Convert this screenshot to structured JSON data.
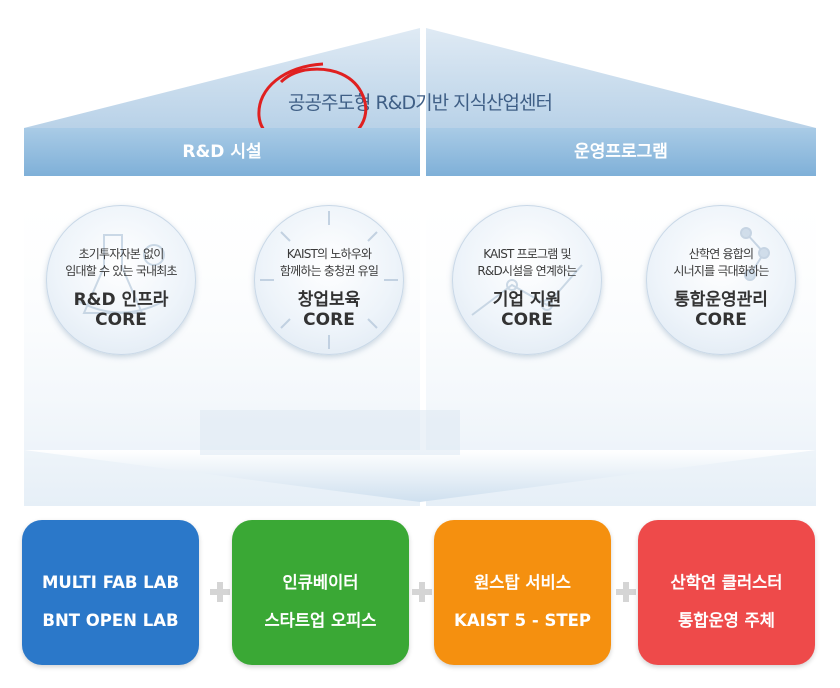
{
  "title": "공공주도형 R&D기반 지식산업센터",
  "bars": {
    "left": "R&D 시설",
    "right": "운영프로그램"
  },
  "cores": [
    {
      "line1": "초기투자자본 없이",
      "line2": "임대할 수 있는 국내최초",
      "main": "R&D 인프라",
      "core": "CORE"
    },
    {
      "line1": "KAIST의 노하우와",
      "line2": "함께하는 충청권 유일",
      "main": "창업보육",
      "core": "CORE"
    },
    {
      "line1": "KAIST 프로그램 및",
      "line2": "R&D시설을 연계하는",
      "main": "기업 지원",
      "core": "CORE"
    },
    {
      "line1": "산학연 융합의",
      "line2": "시너지를 극대화하는",
      "main": "통합운영관리",
      "core": "CORE"
    }
  ],
  "boxes": [
    {
      "line1": "MULTI FAB LAB",
      "line2": "BNT OPEN LAB",
      "color": "#2b78c9"
    },
    {
      "line1": "인큐베이터",
      "line2": "스타트업 오피스",
      "color": "#3aa835"
    },
    {
      "line1": "원스탑 서비스",
      "line2": "KAIST 5 - STEP",
      "color": "#f5900f"
    },
    {
      "line1": "산학연 클러스터",
      "line2": "통합운영 주체",
      "color": "#ee4a4a"
    }
  ],
  "plus_icon": "plus-icon"
}
